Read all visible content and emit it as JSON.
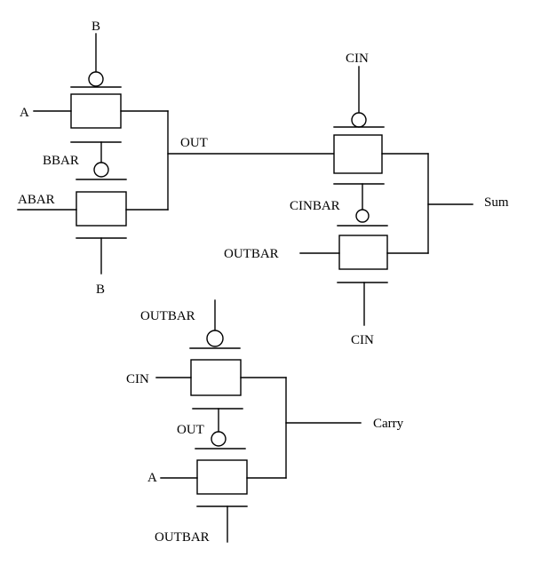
{
  "gate1": {
    "top_gate": "B",
    "top_input": "A",
    "mid_gate": "BBAR",
    "bottom_input": "ABAR",
    "bottom_gate": "B",
    "output": "OUT"
  },
  "gate2": {
    "top_gate": "CIN",
    "mid_gate": "CINBAR",
    "bottom_input": "OUTBAR",
    "bottom_gate": "CIN",
    "output": "Sum"
  },
  "gate3": {
    "top_gate": "OUTBAR",
    "top_input": "CIN",
    "mid_gate": "OUT",
    "bottom_input": "A",
    "bottom_gate": "OUTBAR",
    "output": "Carry"
  }
}
